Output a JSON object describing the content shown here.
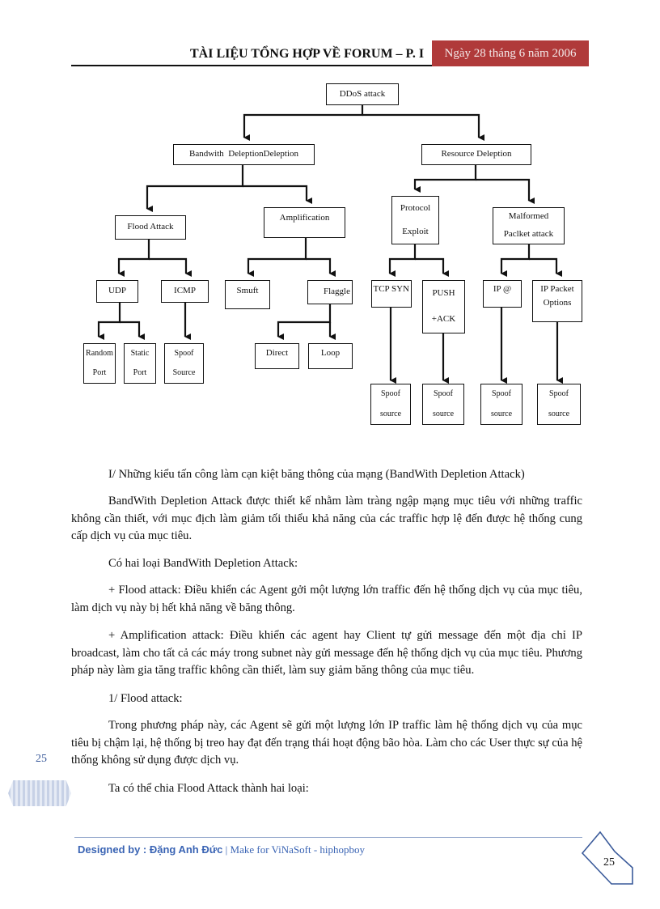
{
  "header": {
    "title": "TÀI LIỆU TỔNG HỢP VỀ FORUM – P. I",
    "date": "Ngày 28 tháng  6 năm 2006"
  },
  "diagram": {
    "root": "DDoS attack",
    "bandwidth": "Bandwith  DeleptionDeleption",
    "resource": "Resource Deleption",
    "flood": "Flood Attack",
    "amplification": "Amplification",
    "protocol_1": "Protocol",
    "protocol_2": "Exploit",
    "malformed_1": "Malformed",
    "malformed_2": "Paclket attack",
    "udp": "UDP",
    "icmp": "ICMP",
    "smurf": "Smuft",
    "fraggle": "Flaggle",
    "tcp_syn": "TCP SYN",
    "push_1": "PUSH",
    "push_2": "+ACK",
    "ip_at": "IP @",
    "ip_packet_1": "IP Packet",
    "ip_packet_2": "Options",
    "random_1": "Random",
    "random_2": "Port",
    "static_1": "Static",
    "static_2": "Port",
    "spoof_1": "Spoof",
    "spoof_source_cap": "Source",
    "direct": "Direct",
    "loop": "Loop",
    "spoof_2": "source"
  },
  "body": {
    "heading": "I/ Những kiểu tấn công làm cạn kiệt băng thông của mạng (BandWith Depletion Attack)",
    "p1": "BandWith Depletion Attack được thiết kế nhằm làm tràng ngập mạng mục tiêu với những traffic không cần thiết, với mục địch làm giảm tối thiểu khả năng của các traffic hợp lệ đến được hệ thống cung cấp dịch vụ của mục tiêu.",
    "p2": "Có hai loại BandWith Depletion Attack:",
    "p3": "+ Flood attack: Điều khiển các Agent gởi một lượng lớn traffic đến hệ thống dịch vụ của mục tiêu, làm dịch vụ này bị hết khả năng về băng thông.",
    "p4": "+ Amplification attack: Điều khiển các agent hay Client tự gửi message đến một địa chỉ IP broadcast, làm cho tất cả các máy trong subnet này gửi message đến hệ thống dịch vụ của mục tiêu. Phương pháp này làm gia tăng traffic không cần thiết, làm suy giảm băng thông của mục tiêu.",
    "p5": "1/ Flood attack:",
    "p6": "Trong phương pháp này, các Agent sẽ gửi một lượng lớn IP traffic làm hệ thống dịch vụ của mục tiêu bị chậm lại, hệ thống bị treo hay đạt đến trạng thái hoạt động bão hòa. Làm cho các User thực sự của hệ thống không sử dụng được dịch vụ.",
    "p7": "Ta có thể chia Flood Attack thành hai loại:"
  },
  "margin": {
    "page_num": "25"
  },
  "footer": {
    "designer": "Designed by : Đặng Anh Đức",
    "separator": "|",
    "make": " Make for ViNaSoft  - hiphopboy",
    "page_num": "25"
  }
}
